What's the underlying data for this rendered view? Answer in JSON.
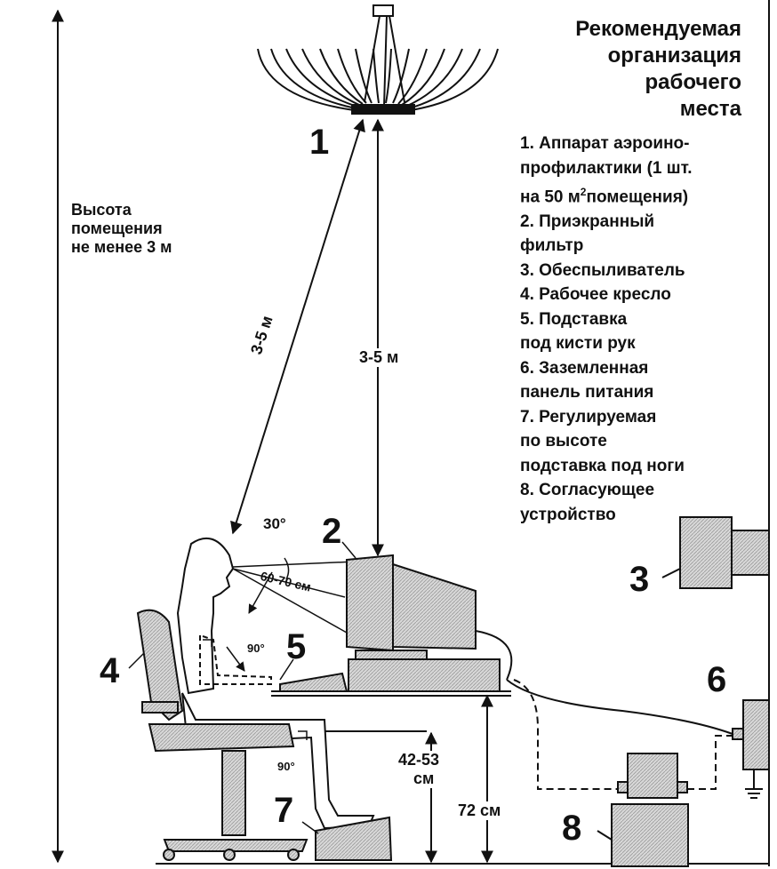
{
  "title": {
    "line1": "Рекомендуемая",
    "line2": "организация",
    "line3": "рабочего",
    "line4": "места"
  },
  "legend": [
    "1. Аппарат аэроино-",
    "профилактики (1 шт.",
    "на 50 м",
    "помещения)",
    "2. Приэкранный",
    "фильтр",
    "3. Обеспыливатель",
    "4. Рабочее кресло",
    "5. Подставка",
    "под кисти рук",
    "6. Заземленная",
    "панель питания",
    "7. Регулируемая",
    "по высоте",
    "подставка под ноги",
    "8. Согласующее",
    "устройство"
  ],
  "legend_sup": "2",
  "room_height": {
    "line1": "Высота",
    "line2": "помещения",
    "line3": "не менее 3 м"
  },
  "measurements": {
    "diagonal": "3-5 м",
    "vertical": "3-5 м",
    "angle_view": "30°",
    "eye_distance": "60-70 см",
    "elbow_angle": "90°",
    "knee_angle": "90°",
    "seat_height": "42-53",
    "seat_unit": "см",
    "desk_height": "72 см"
  },
  "numbers": [
    "1",
    "2",
    "3",
    "4",
    "5",
    "6",
    "7",
    "8"
  ]
}
